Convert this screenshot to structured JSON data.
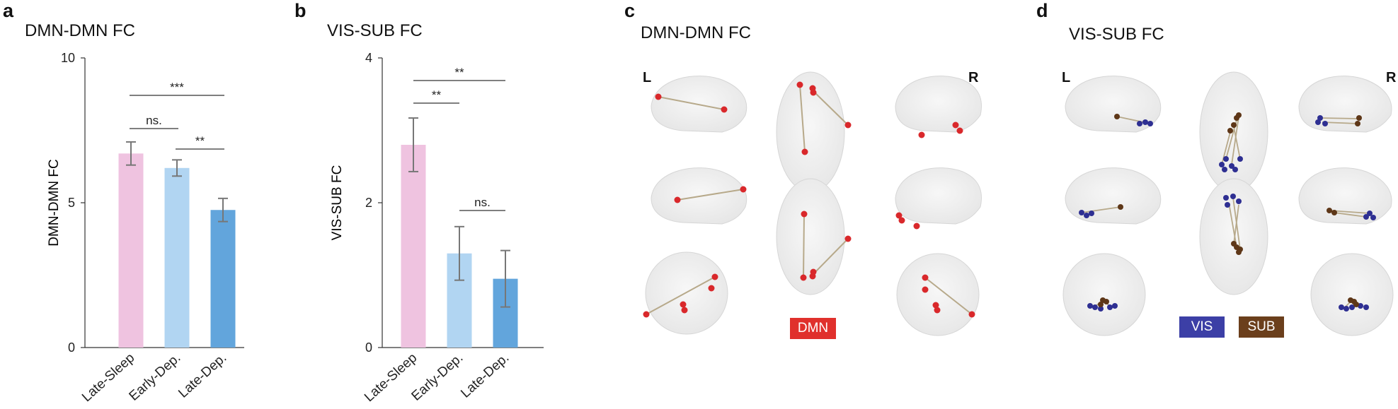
{
  "panels": {
    "a": {
      "letter": "a",
      "title": "DMN-DMN FC"
    },
    "b": {
      "letter": "b",
      "title": "VIS-SUB FC"
    },
    "c": {
      "letter": "c",
      "title": "DMN-DMN FC",
      "left": "L",
      "right": "R",
      "legend": "DMN"
    },
    "d": {
      "letter": "d",
      "title": "VIS-SUB FC",
      "left": "L",
      "right": "R",
      "legend_vis": "VIS",
      "legend_sub": "SUB"
    }
  },
  "colors": {
    "late_sleep": "#efc3e0",
    "early_dep": "#b1d5f2",
    "late_dep": "#62a5dc",
    "dmn_node": "#d9282b",
    "vis_node": "#2e2f92",
    "sub_node": "#5e3718",
    "edge": "#b7a98a",
    "dmn_tag": "#e0302c",
    "vis_tag": "#3c3fa6",
    "sub_tag": "#6b3f1c"
  },
  "chart_data": [
    {
      "type": "bar",
      "title": "DMN-DMN FC",
      "ylabel": "DMN-DMN FC",
      "xlabel": "",
      "categories": [
        "Late-Sleep",
        "Early-Dep.",
        "Late-Dep."
      ],
      "values": [
        6.7,
        6.2,
        4.75
      ],
      "error": [
        0.4,
        0.28,
        0.4
      ],
      "ylim": [
        0,
        10
      ],
      "yticks": [
        "0",
        "5",
        "10"
      ],
      "significance": [
        {
          "from": 0,
          "to": 1,
          "label": "ns."
        },
        {
          "from": 1,
          "to": 2,
          "label": "**"
        },
        {
          "from": 0,
          "to": 2,
          "label": "***"
        }
      ]
    },
    {
      "type": "bar",
      "title": "VIS-SUB FC",
      "ylabel": "VIS-SUB FC",
      "xlabel": "",
      "categories": [
        "Late-Sleep",
        "Early-Dep.",
        "Late-Dep."
      ],
      "values": [
        2.8,
        1.3,
        0.95
      ],
      "error": [
        0.37,
        0.37,
        0.39
      ],
      "ylim": [
        0,
        4
      ],
      "yticks": [
        "0",
        "2",
        "4"
      ],
      "significance": [
        {
          "from": 0,
          "to": 1,
          "label": "**"
        },
        {
          "from": 0,
          "to": 2,
          "label": "**"
        },
        {
          "from": 1,
          "to": 2,
          "label": "ns."
        }
      ]
    }
  ]
}
